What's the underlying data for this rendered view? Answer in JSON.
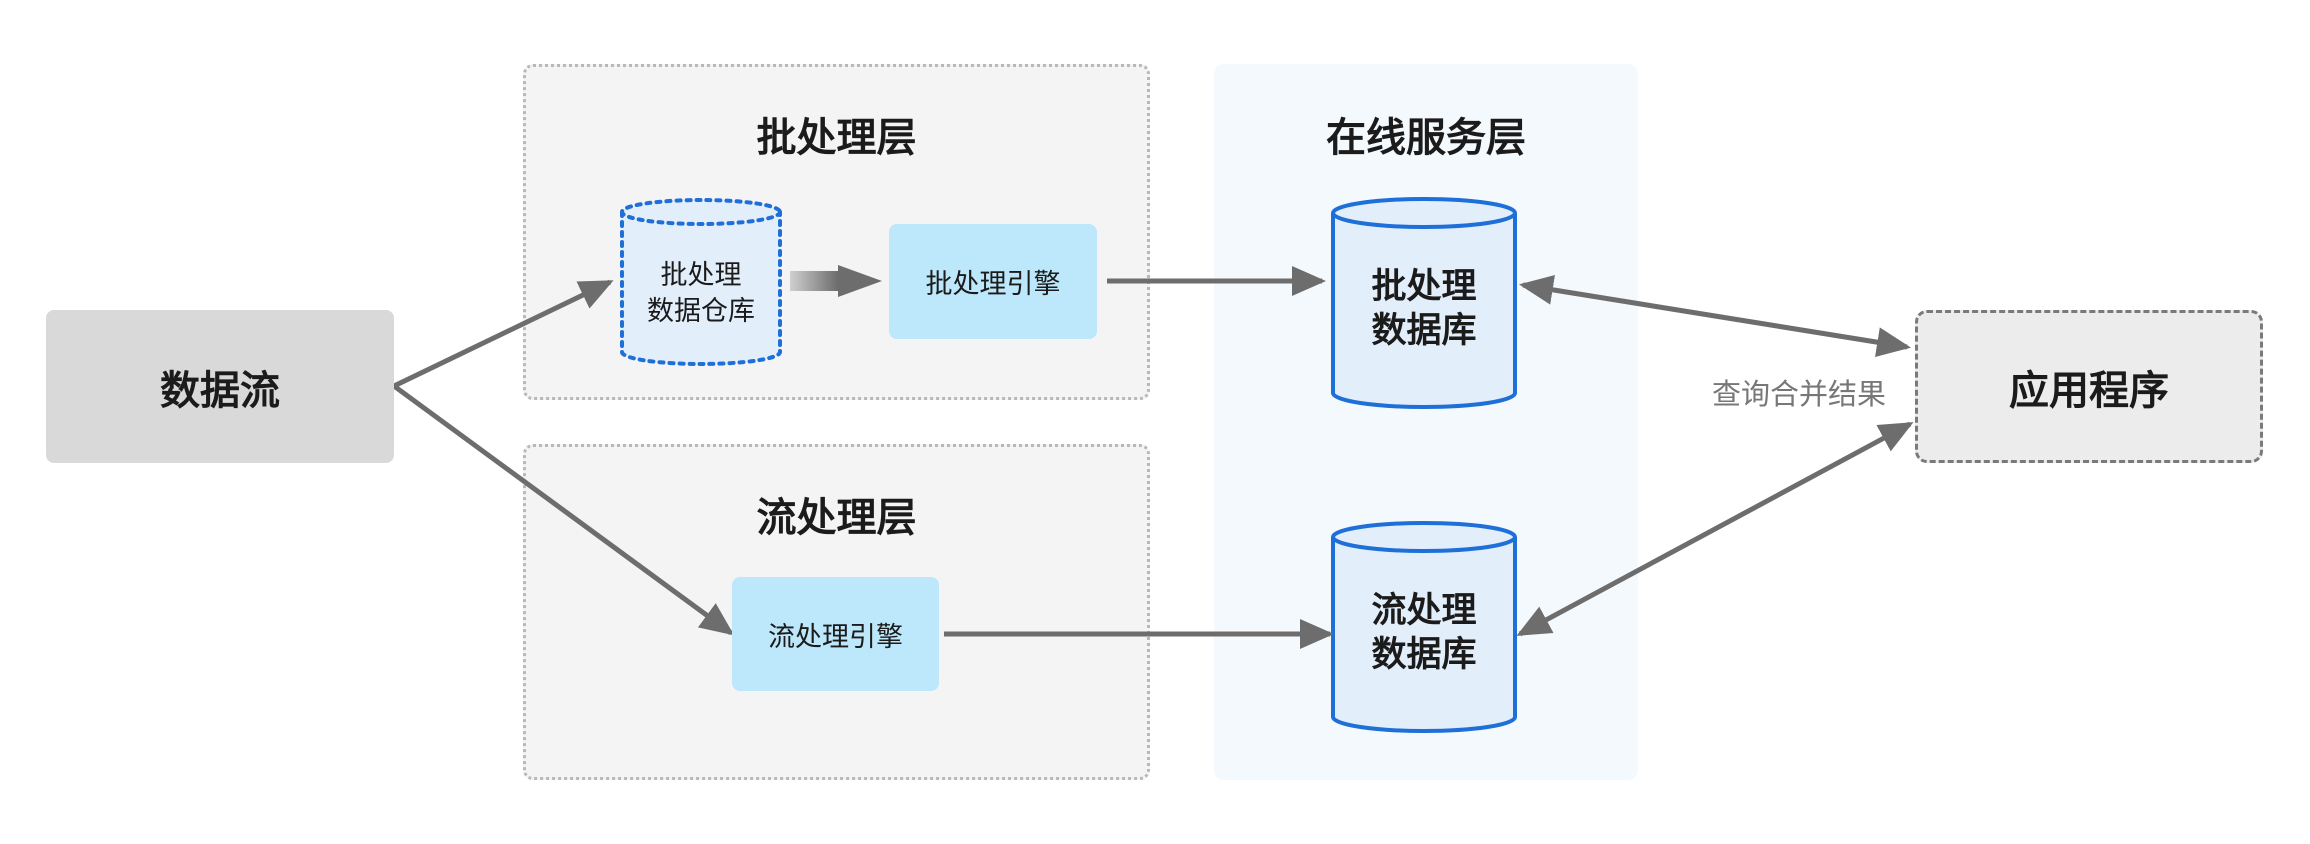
{
  "source": {
    "label": "数据流"
  },
  "batch_layer": {
    "title": "批处理层",
    "warehouse": {
      "line1": "批处理",
      "line2": "数据仓库"
    },
    "engine": "批处理引擎"
  },
  "stream_layer": {
    "title": "流处理层",
    "engine": "流处理引擎"
  },
  "online_layer": {
    "title": "在线服务层",
    "batch_db": {
      "line1": "批处理",
      "line2": "数据库"
    },
    "stream_db": {
      "line1": "流处理",
      "line2": "数据库"
    }
  },
  "merge_label": "查询合并结果",
  "application": {
    "label": "应用程序"
  },
  "colors": {
    "arrow": "#6d6d6d",
    "db_fill": "#e3eefb",
    "db_stroke": "#1f6fd8",
    "engine_fill": "#bde7fb",
    "layer_fill": "#f4f4f4",
    "online_fill": "#f3f9fd"
  }
}
